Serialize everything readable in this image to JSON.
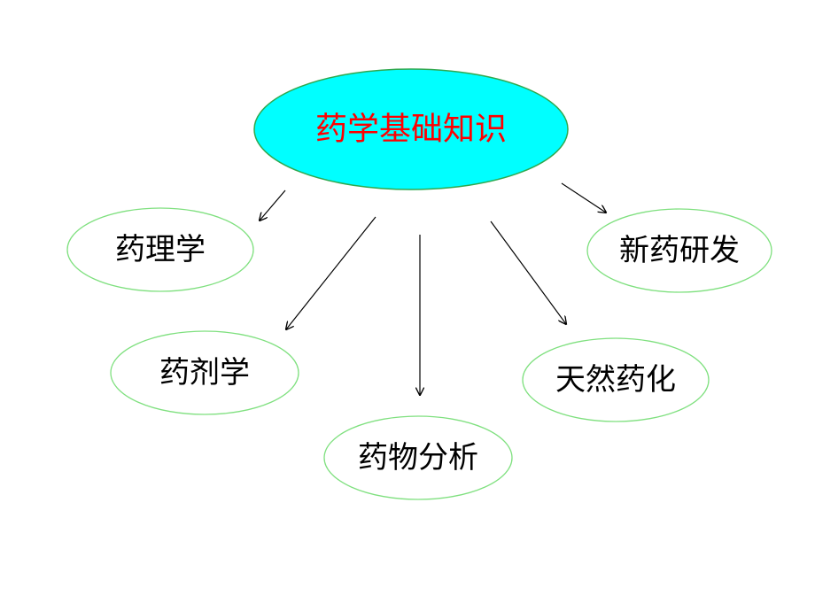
{
  "diagram": {
    "center": {
      "label": "药学基础知识",
      "fill": "#00FFFF",
      "text_color": "#FF0000"
    },
    "nodes": [
      {
        "id": "pharmacology",
        "label": "药理学"
      },
      {
        "id": "pharmaceutics",
        "label": "药剂学"
      },
      {
        "id": "pharmaceutical-analysis",
        "label": "药物分析"
      },
      {
        "id": "natural-medicinal-chemistry",
        "label": "天然药化"
      },
      {
        "id": "new-drug-development",
        "label": "新药研发"
      }
    ],
    "colors": {
      "node_border": "#7FE07F",
      "center_border": "#2FA84F",
      "arrow": "#000000",
      "text": "#000000"
    }
  }
}
